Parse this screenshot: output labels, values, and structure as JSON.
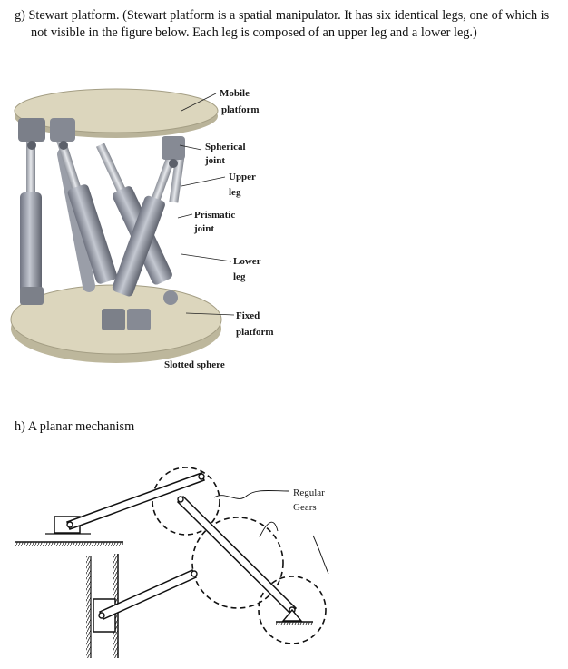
{
  "problem_g": {
    "text": "g) Stewart platform. (Stewart platform is a spatial manipulator. It has six identical legs, one of which is not visible in the figure below. Each leg is composed of an upper leg and a lower leg.)"
  },
  "stewart_figure": {
    "labels": {
      "mobile_platform_1": "Mobile",
      "mobile_platform_2": "platform",
      "spherical_joint_1": "Spherical",
      "spherical_joint_2": "joint",
      "upper_leg_1": "Upper",
      "upper_leg_2": "leg",
      "prismatic_joint_1": "Prismatic",
      "prismatic_joint_2": "joint",
      "lower_leg_1": "Lower",
      "lower_leg_2": "leg",
      "fixed_platform_1": "Fixed",
      "fixed_platform_2": "platform",
      "slotted_sphere": "Slotted sphere"
    }
  },
  "problem_h": {
    "text": "h) A planar mechanism"
  },
  "planar_figure": {
    "labels": {
      "regular_gears_1": "Regular",
      "regular_gears_2": "Gears"
    }
  },
  "colors": {
    "platform": "#d8d2b8",
    "cylinder": "#a9adb8",
    "cylinder_dark": "#6f7380",
    "rod": "#c9ccd3"
  }
}
